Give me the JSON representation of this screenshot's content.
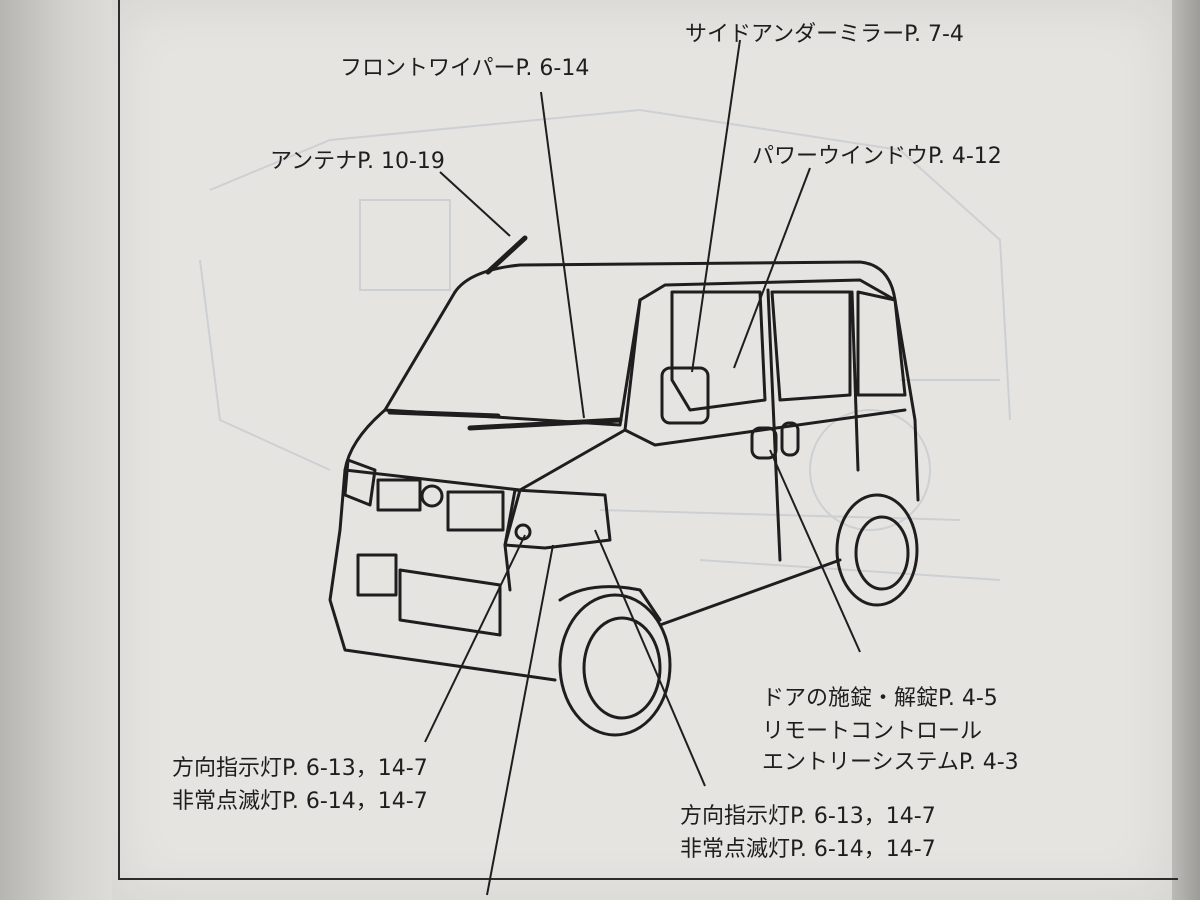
{
  "labels": {
    "side_under_mirror": "サイドアンダーミラーP. 7-4",
    "front_wiper": "フロントワイパーP. 6-14",
    "antenna": "アンテナP. 10-19",
    "power_window": "パワーウインドウP. 4-12",
    "door_lock": "ドアの施錠・解錠P. 4-5",
    "remote_control": "リモートコントロール",
    "entry_system": "エントリーシステムP. 4-3",
    "turn_signal_left": "方向指示灯P. 6-13，14-7",
    "hazard_left": "非常点滅灯P. 6-14，14-7",
    "turn_signal_right": "方向指示灯P. 6-13，14-7",
    "hazard_right": "非常点滅灯P. 6-14，14-7"
  },
  "colors": {
    "ink": "#1e1e1e",
    "paper": "#e6e4e0"
  }
}
